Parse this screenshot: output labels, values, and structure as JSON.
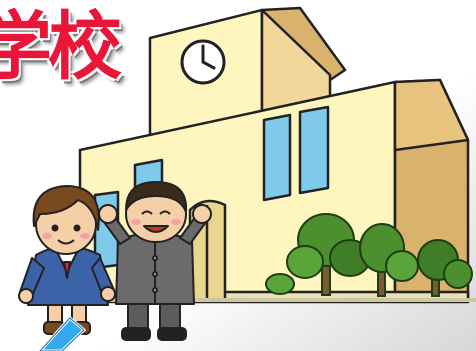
{
  "title": "学校",
  "icons": [
    "school-building",
    "wall-clock",
    "boy-student",
    "girl-student",
    "trees",
    "arrow"
  ],
  "colors": {
    "title_red": "#e8173a",
    "wall_cream": "#fff6bf",
    "roof_tan": "#d9b36b",
    "window_blue": "#7fc9ea",
    "tree_green": "#4b8f2e",
    "arrow_blue": "#33aaee",
    "uniform_blue": "#3c63a8",
    "uniform_gray": "#6b6b6b"
  }
}
